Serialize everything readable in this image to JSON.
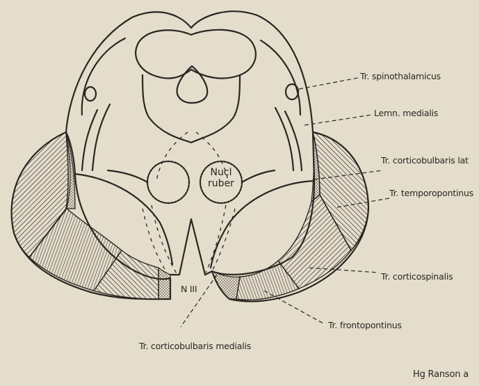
{
  "labels": {
    "spinothalamicus": "Tr. spinothalamicus",
    "lemniscus": "Lemn. medialis",
    "corticobulbaris_lat": "Tr. corticobulbaris lat",
    "temporopontinus": "Tr. temporopontinus",
    "corticospinalis": "Tr. corticospinalis",
    "frontopontinus": "Tr. frontopontinus",
    "corticobulbaris_med": "Tr. corticobulbaris medialis",
    "nucleus_line1": "Nucl",
    "nucleus_line2": "ruber",
    "nerve": "N III"
  },
  "credit": "Hg Ranson a",
  "colors": {
    "paper": "#e4ddcc",
    "ink": "#2a2522"
  }
}
